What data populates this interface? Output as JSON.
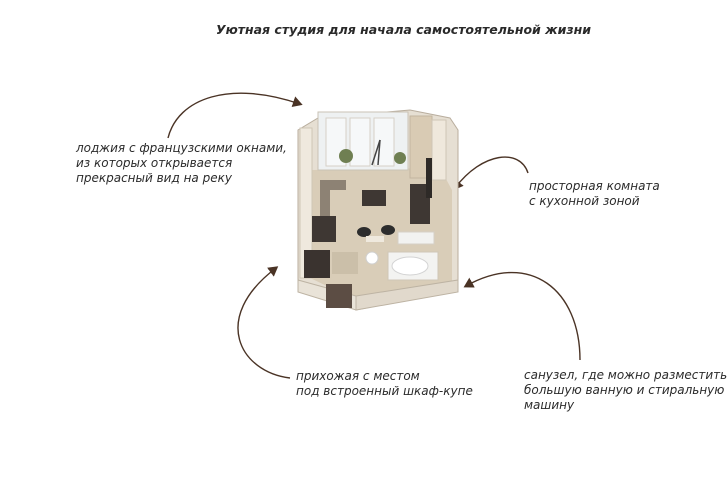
{
  "title": "Уютная студия для начала самостоятельной жизни",
  "captions": {
    "loggia": [
      "лоджия с французскими окнами,",
      "из которых открывается",
      "прекрасный вид на реку"
    ],
    "room": [
      "просторная комната",
      "с кухонной зоной"
    ],
    "hallway": [
      "прихожая с местом",
      "под встроенный шкаф-купе"
    ],
    "bathroom": [
      "санузел, где можно разместить",
      "большую ванную и стиральную",
      "машину"
    ]
  },
  "colors": {
    "arrow": "#4a3325",
    "wall": "#ede7dc",
    "floor": "#d9cdb8",
    "dark_furniture": "#3e3733",
    "window": "#e8eef2"
  }
}
